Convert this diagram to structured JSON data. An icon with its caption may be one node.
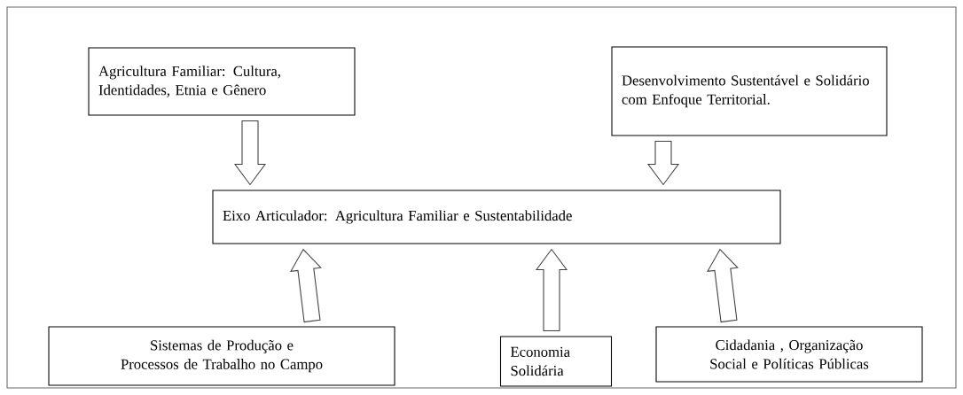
{
  "diagram": {
    "nodes": [
      {
        "text": [
          "Agricultura Familiar: Cultura, Identidades, Etnia e Gênero"
        ]
      },
      {
        "text": [
          "Desenvolvimento Sustentável e Solidário com Enfoque Territorial."
        ]
      },
      {
        "text": [
          "Eixo Articulador: Agricultura Familiar e Sustentabilidade"
        ]
      },
      {
        "text": [
          "Sistemas de Produção e Processos de Trabalho no Campo"
        ]
      },
      {
        "text": [
          "Economia Solidária"
        ]
      },
      {
        "text": [
          "Cidadania , Organização Social e Políticas Públicas"
        ]
      }
    ],
    "edges": [
      {
        "from": 0,
        "to": 2,
        "arrow": "to"
      },
      {
        "from": 1,
        "to": 2,
        "arrow": "to"
      },
      {
        "from": 3,
        "to": 2,
        "arrow": "to"
      },
      {
        "from": 4,
        "to": 2,
        "arrow": "to"
      },
      {
        "from": 5,
        "to": 2,
        "arrow": "to"
      }
    ]
  }
}
